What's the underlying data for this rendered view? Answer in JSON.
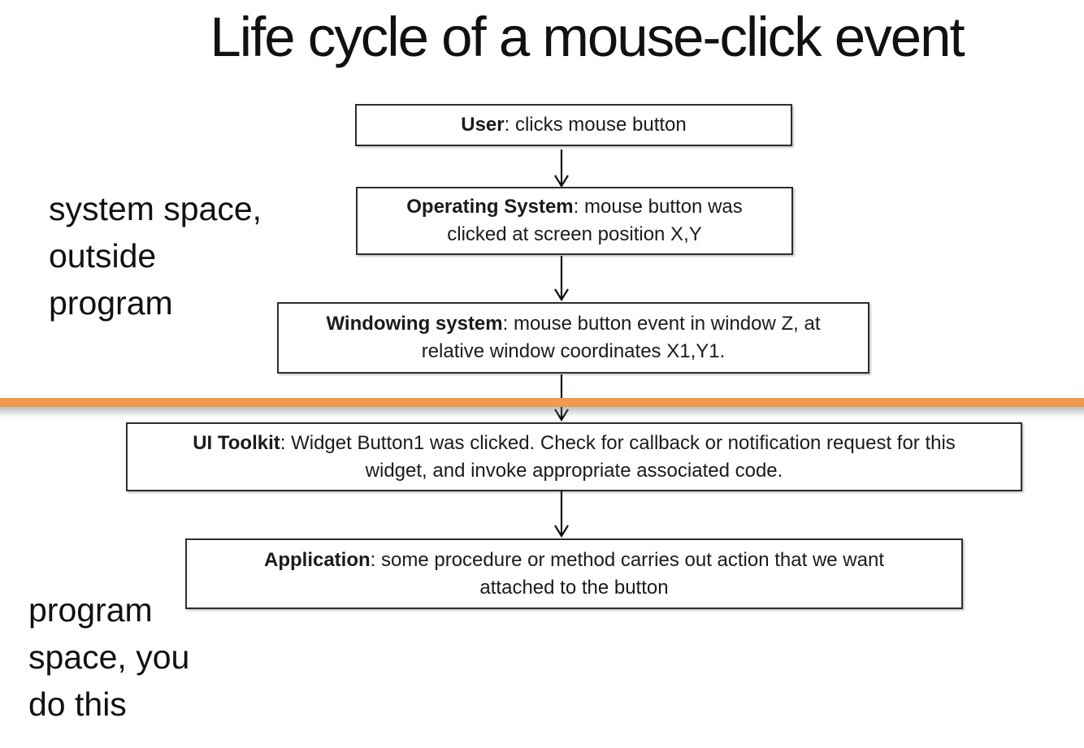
{
  "title": "Life cycle of a mouse-click event",
  "divider": {
    "color": "#F0994F"
  },
  "side_labels": {
    "system_space": "system space,\noutside\nprogram",
    "program_space": "program\nspace, you\ndo this"
  },
  "flow": {
    "boxes": [
      {
        "prefix": "User",
        "rest": ": clicks mouse button",
        "line2": ""
      },
      {
        "prefix": "Operating System",
        "rest": ": mouse button was",
        "line2": "clicked at screen position X,Y"
      },
      {
        "prefix": "Windowing system",
        "rest": ": mouse button event in window Z, at",
        "line2": "relative window coordinates X1,Y1."
      },
      {
        "prefix": "UI Toolkit",
        "rest": ": Widget Button1 was clicked. Check for callback or notification request for this",
        "line2": "widget, and invoke appropriate associated code."
      },
      {
        "prefix": "Application",
        "rest": ": some procedure or method carries out action that we want",
        "line2": "attached to the button"
      }
    ]
  }
}
